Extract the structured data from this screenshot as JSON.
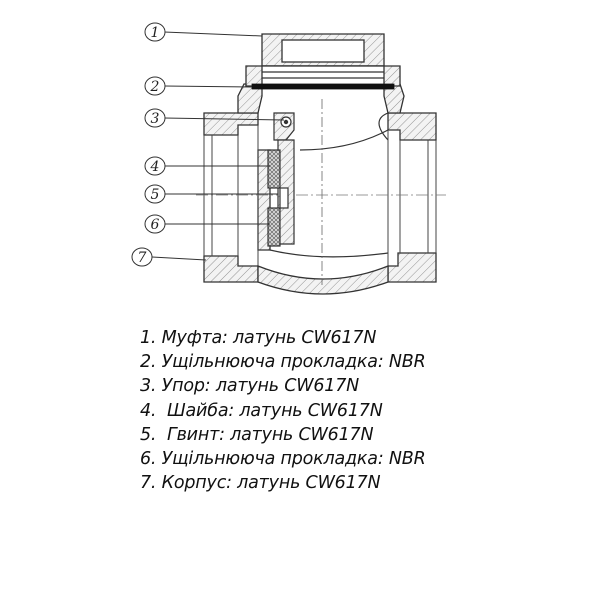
{
  "callouts": [
    "1",
    "2",
    "3",
    "4",
    "5",
    "6",
    "7"
  ],
  "parts": [
    "1. Муфта: латунь CW617N",
    "2. Ущільнююча прокладка: NBR",
    "3. Упор: латунь CW617N",
    "4.  Шайба: латунь CW617N",
    "5.  Гвинт: латунь CW617N",
    "6. Ущільнююча прокладка: NBR",
    "7. Корпус: латунь CW617N"
  ]
}
